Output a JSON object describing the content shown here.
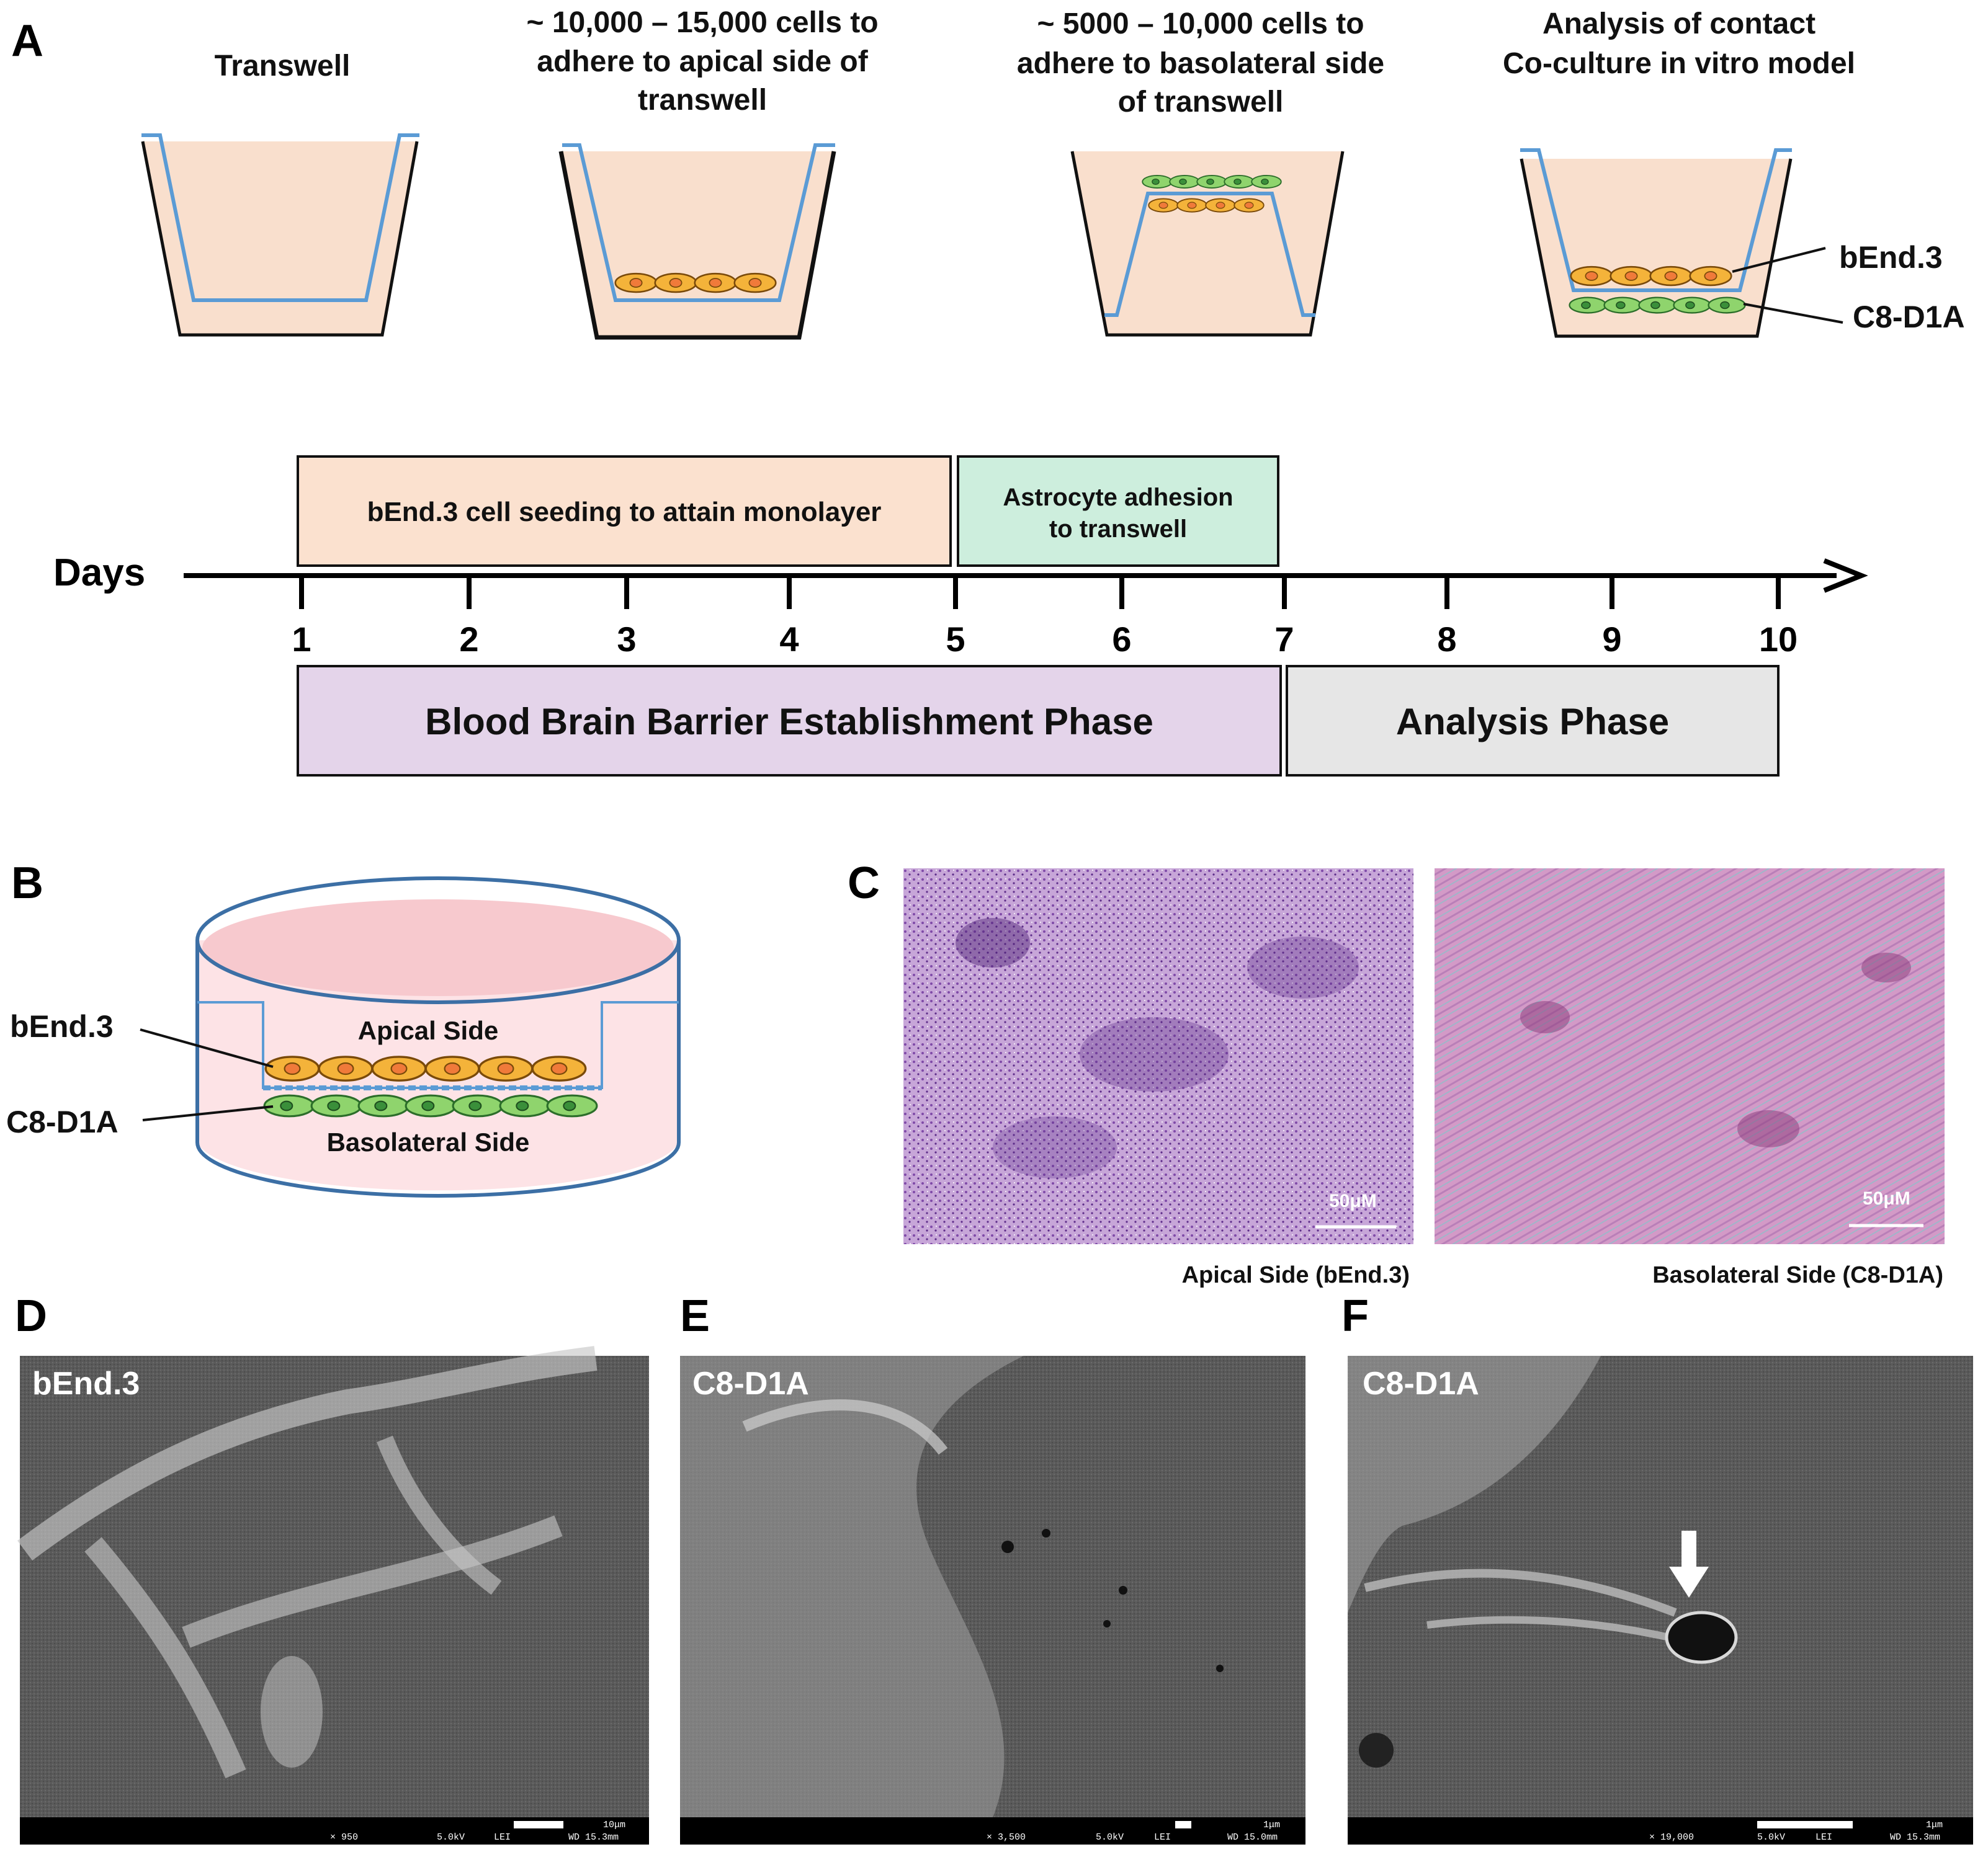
{
  "panels": {
    "A": "A",
    "B": "B",
    "C": "C",
    "D": "D",
    "E": "E",
    "F": "F"
  },
  "stage_headers": {
    "s1": [
      "Transwell"
    ],
    "s2": [
      "~ 10,000 – 15,000 cells to",
      "adhere to apical side of",
      "transwell"
    ],
    "s3": [
      "~ 5000 – 10,000 cells to",
      "adhere to basolateral side",
      "of transwell"
    ],
    "s4": [
      "Analysis of contact",
      "Co-culture in vitro model"
    ]
  },
  "cell_labels": {
    "bend3": "bEnd.3",
    "c8d1a": "C8-D1A"
  },
  "timeline": {
    "axis_label": "Days",
    "days": [
      "1",
      "2",
      "3",
      "4",
      "5",
      "6",
      "7",
      "8",
      "9",
      "10"
    ],
    "seeding": "bEnd.3 cell seeding to attain monolayer",
    "astro": [
      "Astrocyte adhesion",
      "to transwell"
    ],
    "bbb_phase": "Blood Brain Barrier Establishment Phase",
    "analysis_phase": "Analysis Phase"
  },
  "panel_b": {
    "apical": "Apical Side",
    "basolateral": "Basolateral Side",
    "bend3": "bEnd.3",
    "c8d1a": "C8-D1A"
  },
  "panel_c": {
    "scale": "50μM",
    "cap_left": "Apical Side (bEnd.3)",
    "cap_right": "Basolateral Side (C8-D1A)"
  },
  "sem": {
    "d": {
      "label": "bEnd.3",
      "mag": "× 950",
      "kv": "5.0kV",
      "det": "LEI",
      "wd": "WD 15.3mm",
      "scale": "10μm"
    },
    "e": {
      "label": "C8-D1A",
      "mag": "× 3,500",
      "kv": "5.0kV",
      "det": "LEI",
      "wd": "WD 15.0mm",
      "scale": "1μm"
    },
    "f": {
      "label": "C8-D1A",
      "mag": "× 19,000",
      "kv": "5.0kV",
      "det": "LEI",
      "wd": "WD 15.3mm",
      "scale": "1μm"
    }
  },
  "colors": {
    "membrane": "#5b9bd5",
    "medium": "#f9dfcd",
    "endo": "#f4b33a",
    "astro": "#8fd46d",
    "bbb": "#e4d4ea",
    "analysis": "#e6e6e6",
    "seed": "#fbe1cf",
    "astrobox": "#cdeedd"
  }
}
